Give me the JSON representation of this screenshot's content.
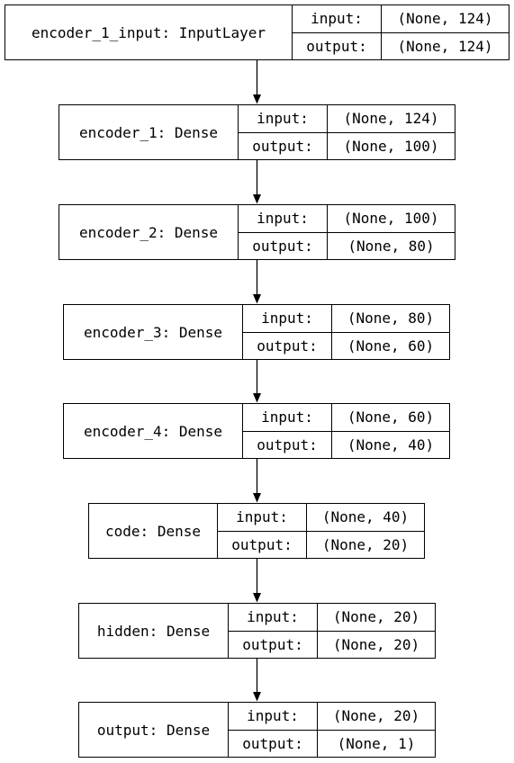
{
  "diagram": {
    "nodes": [
      {
        "name": "encoder_1_input: InputLayer",
        "input_label": "input:",
        "input_value": "(None, 124)",
        "output_label": "output:",
        "output_value": "(None, 124)"
      },
      {
        "name": "encoder_1: Dense",
        "input_label": "input:",
        "input_value": "(None, 124)",
        "output_label": "output:",
        "output_value": "(None, 100)"
      },
      {
        "name": "encoder_2: Dense",
        "input_label": "input:",
        "input_value": "(None, 100)",
        "output_label": "output:",
        "output_value": "(None, 80)"
      },
      {
        "name": "encoder_3: Dense",
        "input_label": "input:",
        "input_value": "(None, 80)",
        "output_label": "output:",
        "output_value": "(None, 60)"
      },
      {
        "name": "encoder_4: Dense",
        "input_label": "input:",
        "input_value": "(None, 60)",
        "output_label": "output:",
        "output_value": "(None, 40)"
      },
      {
        "name": "code: Dense",
        "input_label": "input:",
        "input_value": "(None, 40)",
        "output_label": "output:",
        "output_value": "(None, 20)"
      },
      {
        "name": "hidden: Dense",
        "input_label": "input:",
        "input_value": "(None, 20)",
        "output_label": "output:",
        "output_value": "(None, 20)"
      },
      {
        "name": "output: Dense",
        "input_label": "input:",
        "input_value": "(None, 20)",
        "output_label": "output:",
        "output_value": "(None, 1)"
      }
    ],
    "line_color": "#000000"
  }
}
